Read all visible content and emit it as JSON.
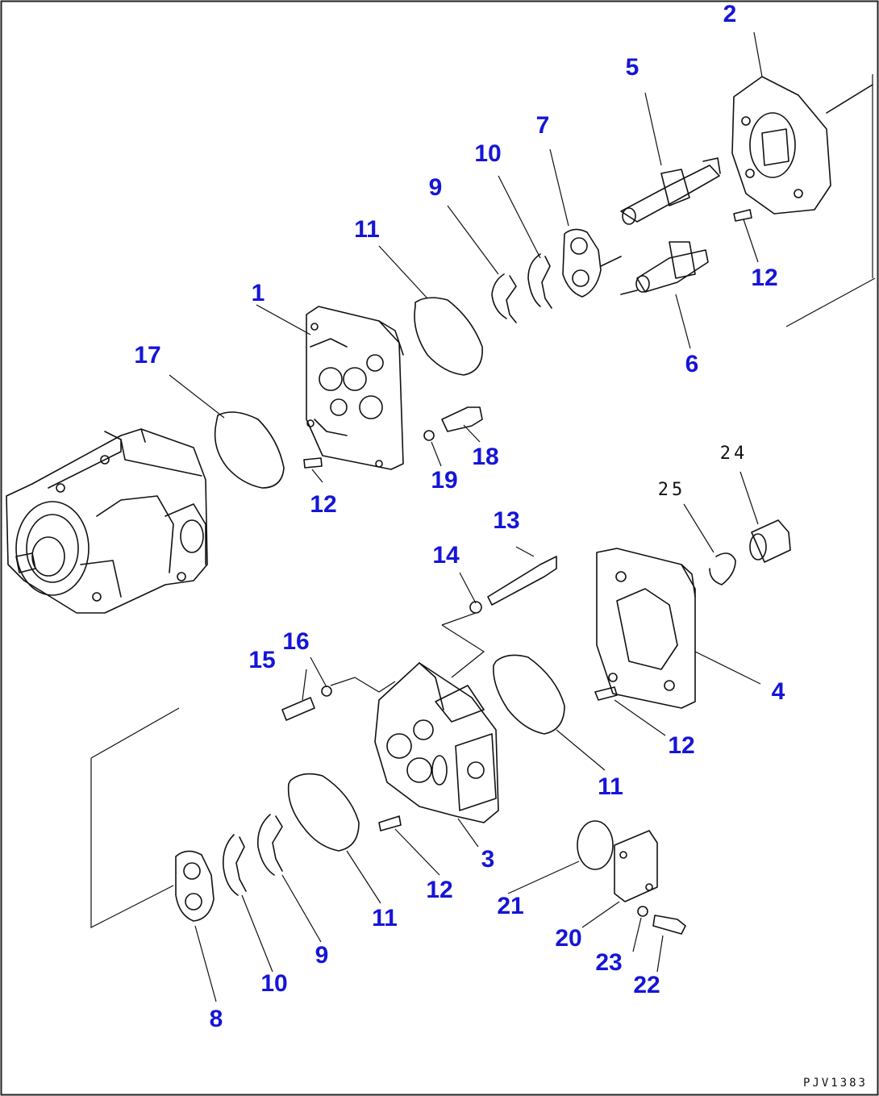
{
  "diagram_code": "PJV1383",
  "callouts": [
    {
      "id": "c1",
      "text": "1"
    },
    {
      "id": "c2",
      "text": "2"
    },
    {
      "id": "c3",
      "text": "3"
    },
    {
      "id": "c4",
      "text": "4"
    },
    {
      "id": "c5",
      "text": "5"
    },
    {
      "id": "c6",
      "text": "6"
    },
    {
      "id": "c7",
      "text": "7"
    },
    {
      "id": "c8",
      "text": "8"
    },
    {
      "id": "c9a",
      "text": "9"
    },
    {
      "id": "c9b",
      "text": "9"
    },
    {
      "id": "c10a",
      "text": "10"
    },
    {
      "id": "c10b",
      "text": "10"
    },
    {
      "id": "c11a",
      "text": "11"
    },
    {
      "id": "c11b",
      "text": "11"
    },
    {
      "id": "c11c",
      "text": "11"
    },
    {
      "id": "c12a",
      "text": "12"
    },
    {
      "id": "c12b",
      "text": "12"
    },
    {
      "id": "c12c",
      "text": "12"
    },
    {
      "id": "c12d",
      "text": "12"
    },
    {
      "id": "c13",
      "text": "13"
    },
    {
      "id": "c14",
      "text": "14"
    },
    {
      "id": "c15",
      "text": "15"
    },
    {
      "id": "c16",
      "text": "16"
    },
    {
      "id": "c17",
      "text": "17"
    },
    {
      "id": "c18",
      "text": "18"
    },
    {
      "id": "c19",
      "text": "19"
    },
    {
      "id": "c20",
      "text": "20"
    },
    {
      "id": "c21",
      "text": "21"
    },
    {
      "id": "c22",
      "text": "22"
    },
    {
      "id": "c23",
      "text": "23"
    },
    {
      "id": "c24",
      "text": "24"
    },
    {
      "id": "c25",
      "text": "25"
    }
  ]
}
